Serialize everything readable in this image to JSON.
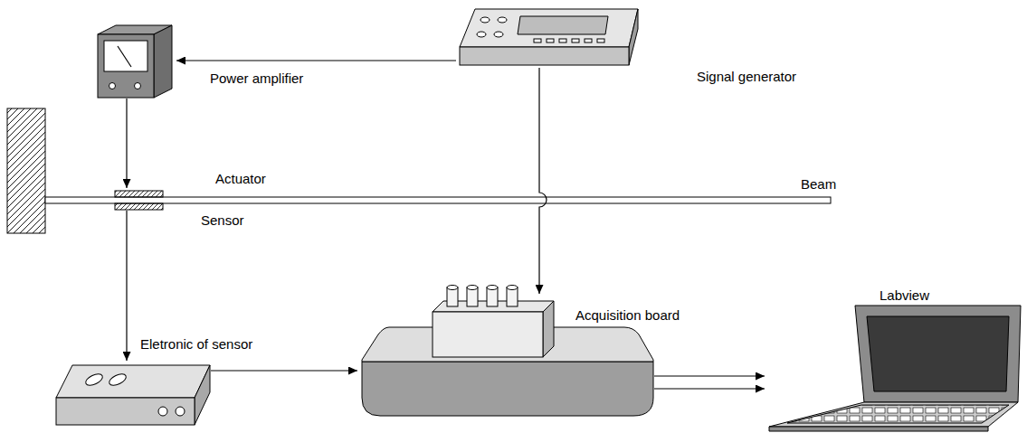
{
  "diagram": {
    "nodes": [
      {
        "text": [
          "Power amplifier"
        ]
      },
      {
        "text": [
          "Signal generator"
        ]
      },
      {
        "text": [
          "Actuator"
        ]
      },
      {
        "text": [
          "Sensor"
        ]
      },
      {
        "text": [
          "Eletronic of sensor"
        ]
      },
      {
        "text": [
          "Acquisition board"
        ]
      },
      {
        "text": [
          "Labview"
        ]
      }
    ],
    "edges": [
      {
        "from": 1,
        "to": 0,
        "arrow": "to"
      },
      {
        "from": 0,
        "to": 2,
        "arrow": "to"
      },
      {
        "from": 1,
        "to": 5,
        "arrow": "to"
      },
      {
        "from": 3,
        "to": 4,
        "arrow": "to"
      },
      {
        "from": 4,
        "to": 5,
        "arrow": "to"
      },
      {
        "from": 5,
        "to": 6,
        "arrow": "to"
      },
      {
        "from": 5,
        "to": 6,
        "arrow": "to"
      }
    ],
    "labels": [
      "Beam"
    ]
  }
}
